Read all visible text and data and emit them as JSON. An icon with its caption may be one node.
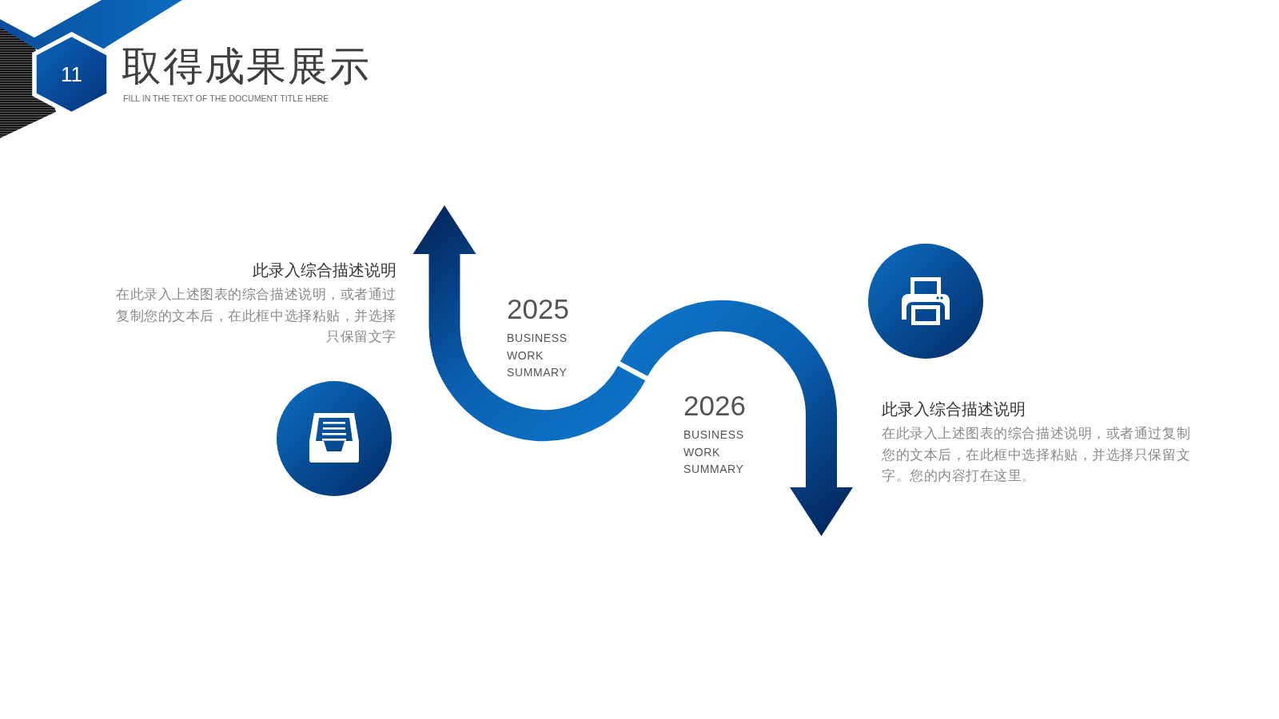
{
  "diagram": {
    "title": "取得成果展示",
    "nodes": [
      {
        "text": [
          "11"
        ]
      }
    ],
    "labels": [
      "FILL IN THE TEXT OF THE DOCUMENT TITLE HERE",
      "此录入综合描述说明",
      "在此录入上述图表的综合描述说明，或者通过复制您的文本后，在此框中选择粘贴，并选择只保留文字",
      "2025",
      "BUSINESS WORK SUMMARY",
      "2026",
      "BUSINESS WORK SUMMARY",
      "此录入综合描述说明",
      "在此录入上述图表的综合描述说明，或者通过复制您的文本后，在此框中选择粘贴，并选择只保留文字。您的内容打在这里。"
    ]
  }
}
